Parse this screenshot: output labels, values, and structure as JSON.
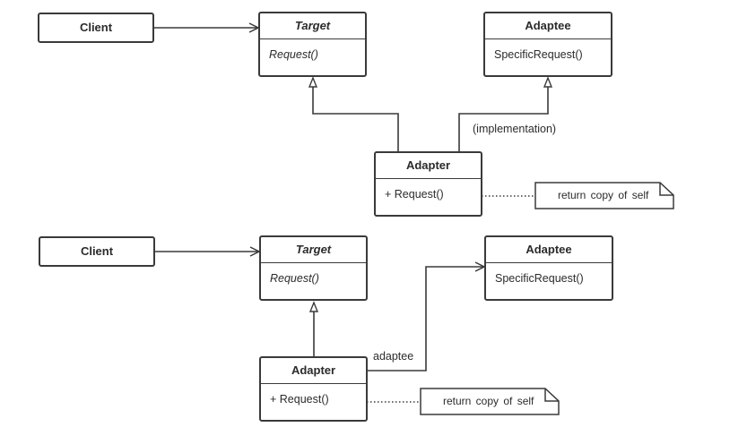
{
  "diagrams": [
    {
      "client": {
        "name": "Client"
      },
      "target": {
        "name": "Target",
        "operation": "Request()"
      },
      "adaptee": {
        "name": "Adaptee",
        "operation": "SpecificRequest()"
      },
      "adapter": {
        "name": "Adapter",
        "operation": "+ Request()"
      },
      "edge_label": "(implementation)",
      "note": "return copy of self"
    },
    {
      "client": {
        "name": "Client"
      },
      "target": {
        "name": "Target",
        "operation": "Request()"
      },
      "adaptee": {
        "name": "Adaptee",
        "operation": "SpecificRequest()"
      },
      "adapter": {
        "name": "Adapter",
        "operation": "+ Request()"
      },
      "edge_label": "adaptee",
      "note": "return copy of self"
    }
  ],
  "colors": {
    "line": "#3a3a3a",
    "text": "#2b2b2b",
    "background": "#ffffff"
  }
}
